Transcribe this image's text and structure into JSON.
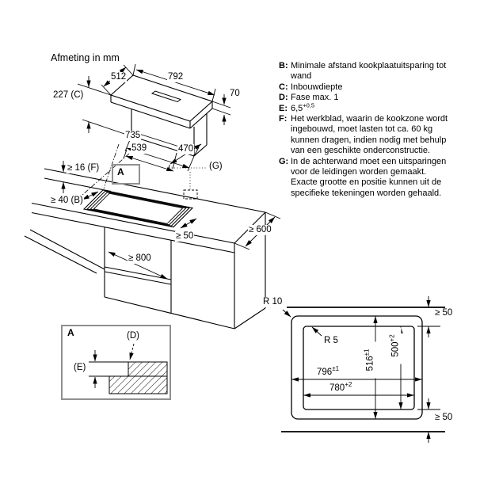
{
  "title": "Afmeting in mm",
  "legend": {
    "items": [
      {
        "label": "B:",
        "text": "Minimale afstand kookplaatuitsparing tot wand"
      },
      {
        "label": "C:",
        "text": "Inbouwdiepte"
      },
      {
        "label": "D:",
        "text": "Fase max. 1"
      },
      {
        "label": "E:",
        "text": "6,5",
        "sup": "+0,5"
      },
      {
        "label": "F:",
        "text": "Het werkblad, waarin de kookzone wordt ingebouwd, moet lasten tot ca. 60 kg kunnen dragen, indien nodig met behulp van een geschikte onderconstructie."
      },
      {
        "label": "G:",
        "text": "In de achterwand moet een uitsparingen voor de leidingen worden gemaakt. Exacte grootte en positie kunnen uit de specifieke tekeningen worden gehaald."
      }
    ]
  },
  "cooktop": {
    "top_depth": "512",
    "top_width": "792",
    "right_height": "70",
    "install_depth": "227 (C)",
    "base_width": "735",
    "duct_width": "539",
    "base_depth": "470"
  },
  "counter": {
    "worktop_thickness": "≥ 16 (F)",
    "detail_marker": "A",
    "wall_opening": "(G)",
    "wall_distance": "≥ 40 (B)",
    "side_clearance": "≥ 50",
    "worktop_depth": "≥ 600",
    "cabinet_opening": "≥ 800"
  },
  "detail_a": {
    "marker": "A",
    "chamfer": "(D)",
    "recess_depth": "(E)"
  },
  "cutout_plan": {
    "outer_radius": "R 10",
    "inner_radius": "R 5",
    "outer_width": "796",
    "outer_width_tol": "±1",
    "inner_width": "780",
    "inner_width_tol": "+2",
    "outer_depth": "516",
    "outer_depth_tol": "±1",
    "inner_depth": "500",
    "inner_depth_tol": "+2",
    "top_clearance": "≥ 50",
    "bottom_clearance": "≥ 50"
  }
}
